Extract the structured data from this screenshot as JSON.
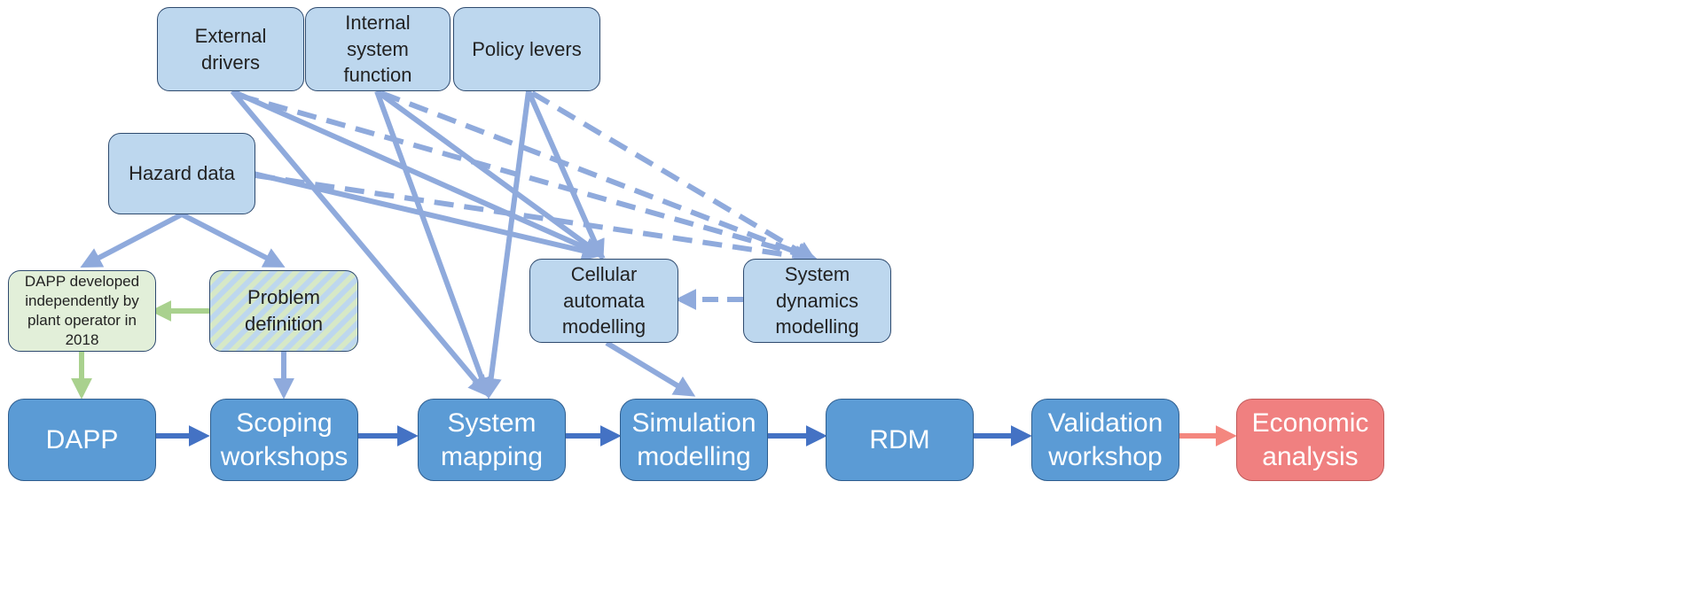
{
  "nodes": {
    "external_drivers": "External\ndrivers",
    "internal_system_function": "Internal\nsystem\nfunction",
    "policy_levers": "Policy levers",
    "hazard_data": "Hazard data",
    "dapp_developed": "DAPP developed\nindependently by\nplant operator in\n2018",
    "problem_definition": "Problem\ndefinition",
    "cellular_automata": "Cellular\nautomata\nmodelling",
    "system_dynamics": "System\ndynamics\nmodelling",
    "dapp": "DAPP",
    "scoping_workshops": "Scoping\nworkshops",
    "system_mapping": "System\nmapping",
    "simulation_modelling": "Simulation\nmodelling",
    "rdm": "RDM",
    "validation_workshop": "Validation\nworkshop",
    "economic_analysis": "Economic\nanalysis"
  },
  "colors": {
    "light_box": "#bdd7ee",
    "main_box": "#5b9bd5",
    "green_box": "#e2efd9",
    "economic_box": "#f08080",
    "arrow_light": "#8faadc",
    "arrow_dark": "#4472c4",
    "arrow_green": "#a9d18e",
    "arrow_red": "#f4877f"
  }
}
